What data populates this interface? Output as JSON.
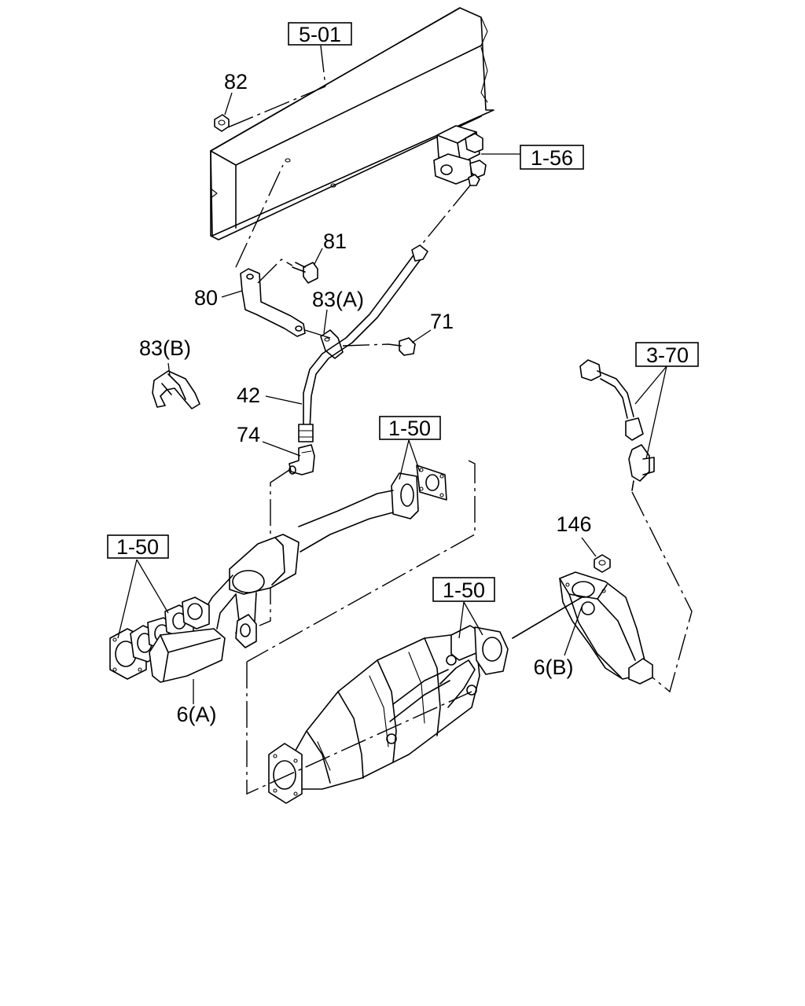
{
  "diagram": {
    "reference_boxes": [
      {
        "id": "ref-5-01",
        "text": "5-01"
      },
      {
        "id": "ref-1-56",
        "text": "1-56"
      },
      {
        "id": "ref-3-70",
        "text": "3-70"
      },
      {
        "id": "ref-1-50-a",
        "text": "1-50"
      },
      {
        "id": "ref-1-50-b",
        "text": "1-50"
      },
      {
        "id": "ref-1-50-c",
        "text": "1-50"
      }
    ],
    "part_numbers": {
      "p82": "82",
      "p81": "81",
      "p80": "80",
      "p83a": "83(A)",
      "p71": "71",
      "p83b": "83(B)",
      "p42": "42",
      "p74": "74",
      "p146": "146",
      "p6a": "6(A)",
      "p6b": "6(B)"
    }
  }
}
